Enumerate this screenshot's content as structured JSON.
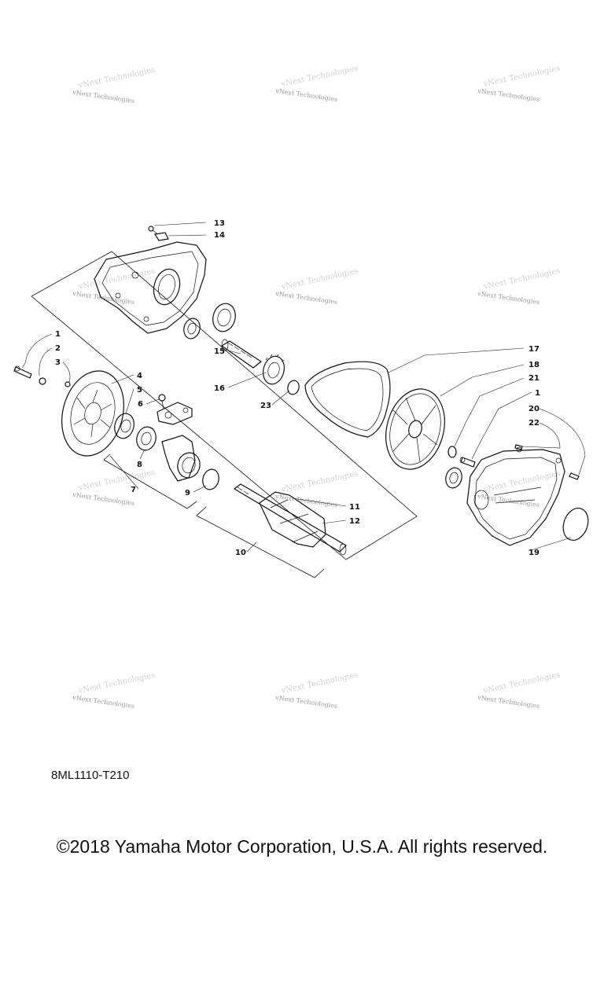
{
  "watermark_text": "vNext Technologies",
  "diagram_code": "8ML1110-T210",
  "copyright": "©2018 Yamaha Motor Corporation, U.S.A. All rights reserved.",
  "callouts": {
    "c1a": "1",
    "c2": "2",
    "c3": "3",
    "c4": "4",
    "c5": "5",
    "c6": "6",
    "c7": "7",
    "c8": "8",
    "c9": "9",
    "c10": "10",
    "c11": "11",
    "c12": "12",
    "c13": "13",
    "c14": "14",
    "c15": "15",
    "c16": "16",
    "c17": "17",
    "c18": "18",
    "c1b": "1",
    "c19": "19",
    "c20": "20",
    "c21": "21",
    "c22": "22",
    "c23": "23"
  }
}
